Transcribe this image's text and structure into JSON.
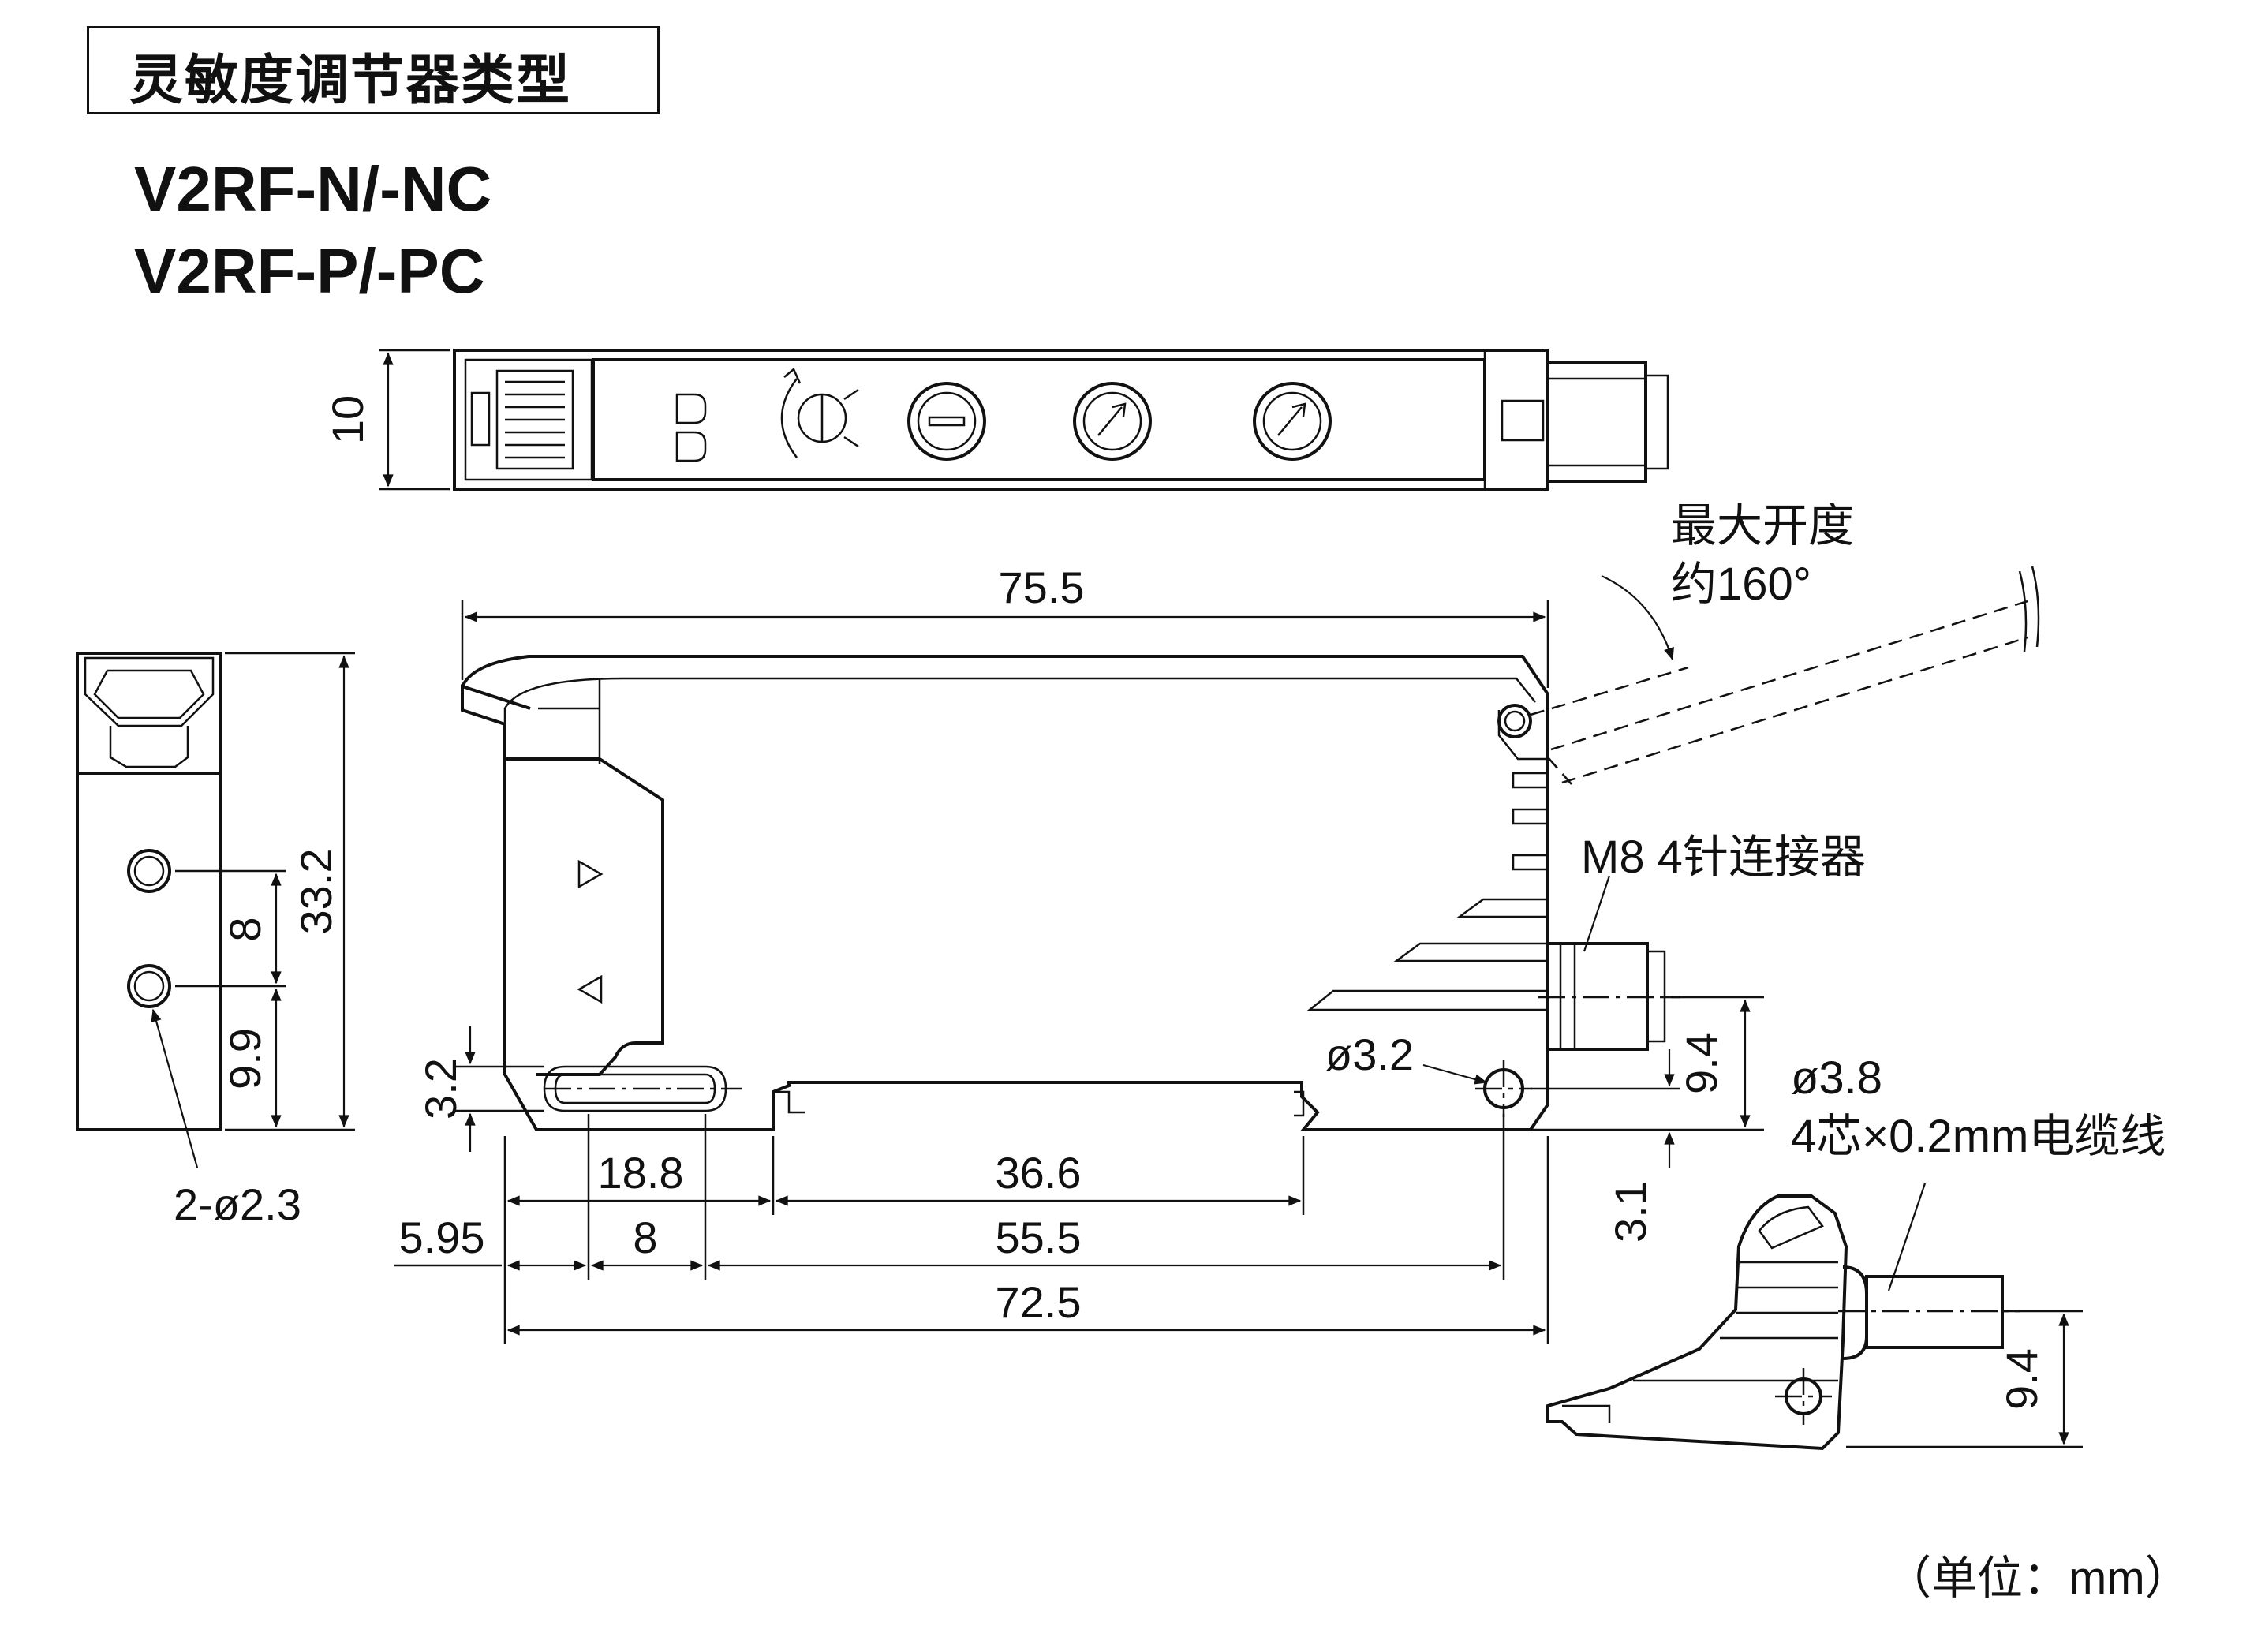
{
  "header": {
    "section_title": "灵敏度调节器类型",
    "model_1": "V2RF-N/-NC",
    "model_2": "V2RF-P/-PC"
  },
  "dimensions": {
    "top_height": "10",
    "overall_length": "75.5",
    "side_height": "33.2",
    "side_hole_pitch": "8",
    "side_hole_offset": "9.9",
    "side_holes": "2-ø2.3",
    "slot_height": "3.2",
    "slot_length": "18.8",
    "slot_pitch": "8",
    "edge_offset": "5.95",
    "rail_length": "36.6",
    "hole_pitch": "55.5",
    "base_length": "72.5",
    "mount_hole": "ø3.2",
    "connector_height": "9.4",
    "hole_offset": "3.1",
    "cable_height": "9.4"
  },
  "notes": {
    "open_angle_line1": "最大开度",
    "open_angle_line2": "约160°",
    "connector": "M8 4针连接器",
    "cable_diameter": "ø3.8",
    "cable_desc": "4芯×0.2mm电缆线",
    "unit": "（单位：mm）"
  }
}
